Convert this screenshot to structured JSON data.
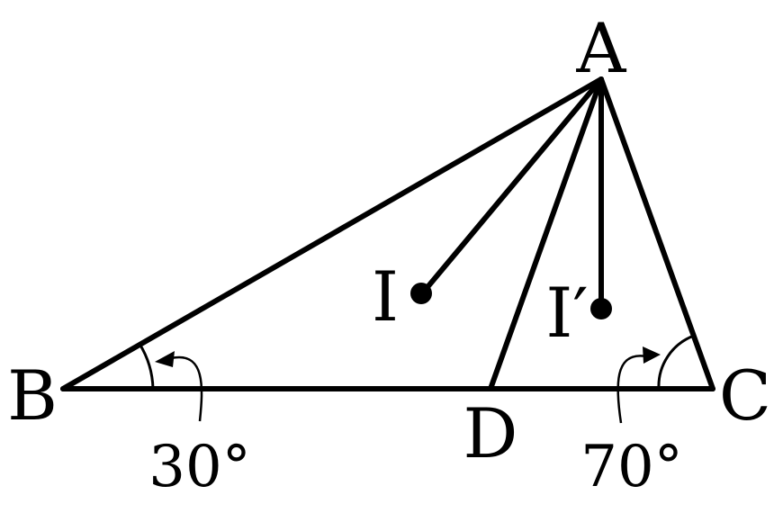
{
  "diagram": {
    "points": {
      "A": "A",
      "B": "B",
      "C": "C",
      "D": "D",
      "I": "I",
      "I_prime": "I′"
    },
    "angles": {
      "B": "30°",
      "C": "70°"
    }
  }
}
